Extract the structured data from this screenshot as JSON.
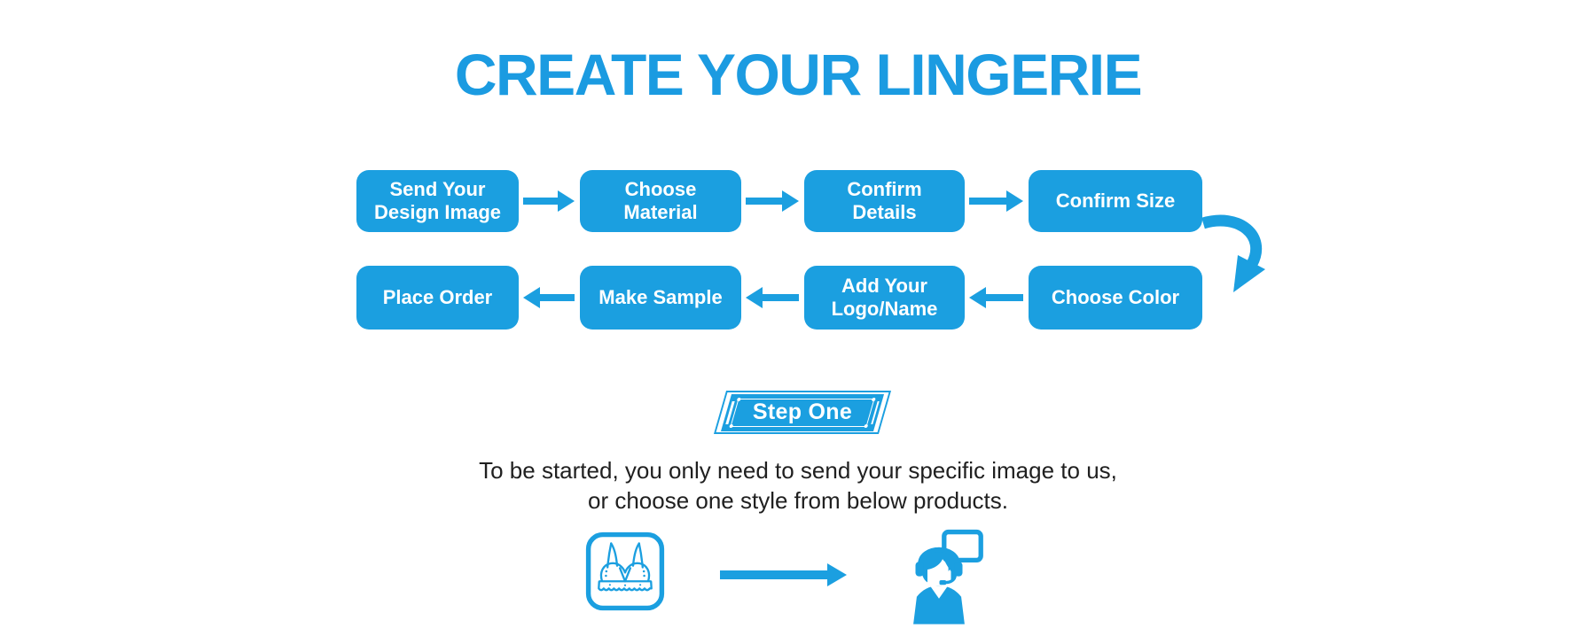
{
  "title": "CREATE YOUR LINGERIE",
  "colors": {
    "accent": "#1B9FE0",
    "title_blue": "#1B9BE1",
    "body_text": "#202020"
  },
  "flowchart": {
    "row1": [
      {
        "label": "Send Your\nDesign Image"
      },
      {
        "label": "Choose\nMaterial"
      },
      {
        "label": "Confirm\nDetails"
      },
      {
        "label": "Confirm Size"
      }
    ],
    "row1_arrow_direction": "right",
    "row2": [
      {
        "label": "Place Order"
      },
      {
        "label": "Make Sample"
      },
      {
        "label": "Add Your\nLogo/Name"
      },
      {
        "label": "Choose Color"
      }
    ],
    "row2_arrow_direction": "left",
    "connector": "curved-arrow-down"
  },
  "step_section": {
    "badge_label": "Step One",
    "description_lines": [
      "To be started, you only need to send your specific image to us,",
      "or choose one style from below products."
    ]
  },
  "bottom_flow": {
    "from_icon": "bra-design-icon",
    "connector_icon": "arrow-right-icon",
    "to_icon": "customer-service-icon"
  }
}
